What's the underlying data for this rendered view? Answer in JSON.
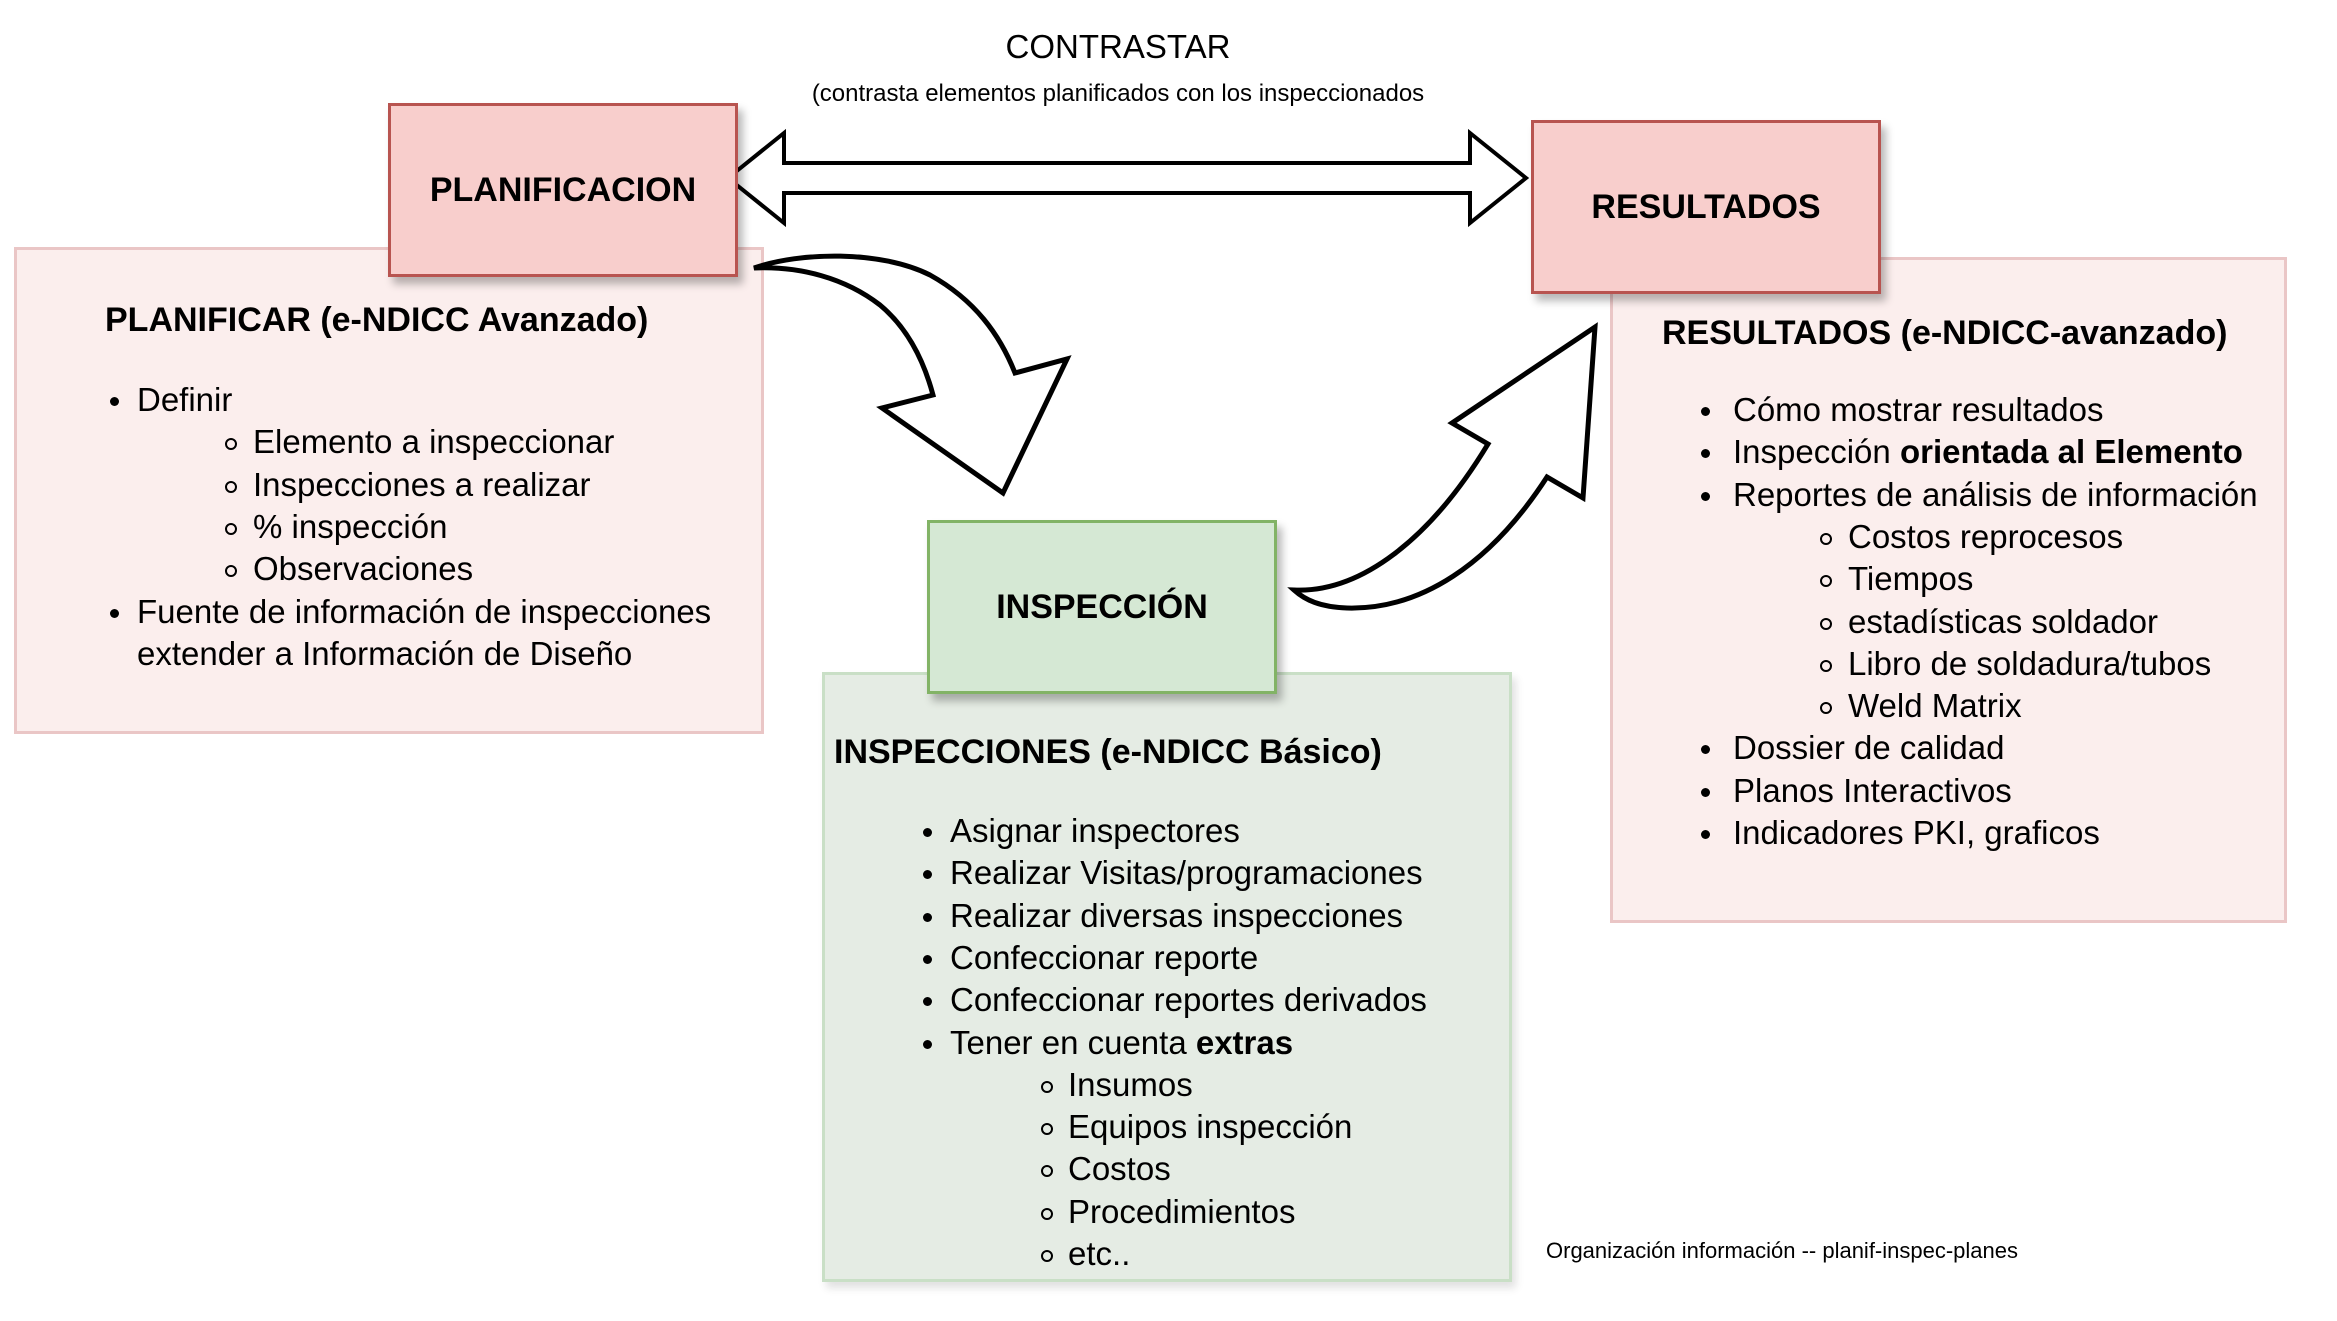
{
  "header": {
    "title": "CONTRASTAR",
    "subtitle": "(contrasta elementos planificados con los inspeccionados"
  },
  "nodes": {
    "planificacion": "PLANIFICACION",
    "inspeccion": "INSPECCIÓN",
    "resultados": "RESULTADOS"
  },
  "colors": {
    "red_node_fill": "#f8cecc",
    "red_node_border": "#b85450",
    "green_node_fill": "#d5e8d4",
    "green_node_border": "#82b366",
    "red_panel_fill": "#fbeeed",
    "green_panel_fill": "#e5ece4"
  },
  "planificar_panel": {
    "heading": "PLANIFICAR (e-NDICC Avanzado)",
    "items": [
      {
        "level": 1,
        "text": "Definir"
      },
      {
        "level": 2,
        "text": "Elemento a inspeccionar"
      },
      {
        "level": 2,
        "text": "Inspecciones a realizar"
      },
      {
        "level": 2,
        "text": "% inspección"
      },
      {
        "level": 2,
        "text": "Observaciones"
      },
      {
        "level": 1,
        "text": "Fuente de información de inspecciones"
      },
      {
        "level": 0,
        "text": "extender a Información de Diseño"
      }
    ]
  },
  "inspecciones_panel": {
    "heading": "INSPECCIONES (e-NDICC Básico)",
    "items": [
      {
        "level": 1,
        "text": "Asignar inspectores"
      },
      {
        "level": 1,
        "text": "Realizar Visitas/programaciones"
      },
      {
        "level": 1,
        "text": "Realizar diversas inspecciones"
      },
      {
        "level": 1,
        "text": "Confeccionar reporte"
      },
      {
        "level": 1,
        "text": "Confeccionar reportes derivados"
      },
      {
        "level": 1,
        "text": "Tener en cuenta ",
        "bold": "extras"
      },
      {
        "level": 2,
        "text": "Insumos"
      },
      {
        "level": 2,
        "text": "Equipos inspección"
      },
      {
        "level": 2,
        "text": "Costos"
      },
      {
        "level": 2,
        "text": "Procedimientos"
      },
      {
        "level": 2,
        "text": "etc.."
      }
    ]
  },
  "resultados_panel": {
    "heading": "RESULTADOS (e-NDICC-avanzado)",
    "items": [
      {
        "level": 1,
        "text": "Cómo mostrar resultados"
      },
      {
        "level": 1,
        "text": "Inspección ",
        "bold": "orientada al Elemento"
      },
      {
        "level": 1,
        "text": "Reportes de análisis de información"
      },
      {
        "level": 2,
        "text": "Costos reprocesos"
      },
      {
        "level": 2,
        "text": "Tiempos"
      },
      {
        "level": 2,
        "text": "estadísticas soldador"
      },
      {
        "level": 2,
        "text": "Libro de soldadura/tubos"
      },
      {
        "level": 2,
        "text": "Weld Matrix"
      },
      {
        "level": 1,
        "text": "Dossier de calidad"
      },
      {
        "level": 1,
        "text": "Planos Interactivos"
      },
      {
        "level": 1,
        "text": "Indicadores PKI, graficos"
      }
    ]
  },
  "footer": {
    "caption": "Organización información -- planif-inspec-planes"
  }
}
